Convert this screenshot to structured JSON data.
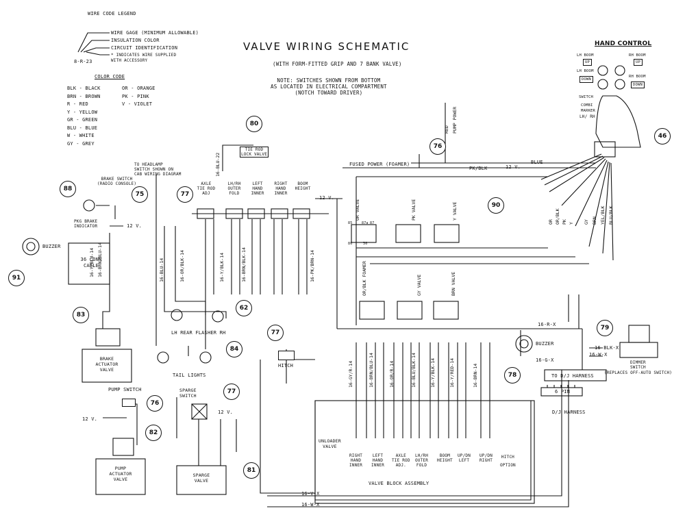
{
  "title": "VALVE WIRING SCHEMATIC",
  "subtitle": "(WITH FORM-FITTED GRIP AND 7 BANK VALVE)",
  "note": [
    "NOTE: SWITCHES SHOWN FROM BOTTOM",
    "AS LOCATED IN ELECTRICAL COMPARTMENT",
    "(NOTCH TOWARD DRIVER)"
  ],
  "legend": {
    "heading": "WIRE CODE LEGEND",
    "lines": [
      "WIRE GAGE  (MINIMUM ALLOWABLE)",
      "INSULATION COLOR",
      "CIRCUIT IDENTIFICATION",
      "* INDICATES WIRE SUPPLIED WITH ACCESSORY"
    ],
    "example": "8-R-23"
  },
  "color_code": {
    "heading": "COLOR CODE",
    "left": [
      "BLK - BLACK",
      "BRN - BROWN",
      "R - RED",
      "Y - YELLOW",
      "GR - GREEN",
      "BLU - BLUE",
      "W - WHITE",
      "GY - GREY"
    ],
    "right": [
      "OR - ORANGE",
      "PK - PINK",
      "V - VIOLET"
    ]
  },
  "hand_control": {
    "heading": "HAND CONTROL",
    "labels": [
      "LH BOOM",
      "RH BOOM",
      "UP",
      "UP",
      "LH BOOM",
      "RH BOOM",
      "DOWN",
      "DOWN",
      "SWITCH",
      "COMBI MARKER",
      "LH/ RH"
    ]
  },
  "callouts": [
    "80",
    "76",
    "46",
    "88",
    "75",
    "77",
    "90",
    "91",
    "83",
    "62",
    "84",
    "77",
    "79",
    "78",
    "76",
    "82",
    "77",
    "81"
  ],
  "labels": {
    "tie_rod": "TIE ROD LOCK VALVE",
    "headlamp": [
      "TO HEADLAMP",
      "SWITCH SHOWN ON",
      "CAB WIRING DIAGRAM"
    ],
    "brake_switch": [
      "BRAKE SWITCH",
      "(RADIO CONSOLE)"
    ],
    "park_brake": [
      "PKG BRAKE",
      "INDICATOR"
    ],
    "twelve_v": "12 V.",
    "buzzer": "BUZZER",
    "conn_cable": "36 CONN CABLE",
    "brake_valve": [
      "BRAKE",
      "ACTUATOR",
      "VALVE"
    ],
    "lh_rear": "LH REAR FLASHER RH",
    "tail": "TAIL LIGHTS",
    "pump_switch": "PUMP SWITCH",
    "pump_valve": [
      "PUMP",
      "ACTUATOR",
      "VALVE"
    ],
    "sparge_switch": [
      "SPARGE",
      "SWITCH"
    ],
    "sparge_valve": [
      "SPARGE",
      "VALVE"
    ],
    "hitch": "HITCH",
    "fused": "FUSED POWER (FOAMER)",
    "pump_power": "PUMP POWER",
    "red": "RED",
    "blue": "BLUE",
    "pk_blk": "PK/BLK",
    "dj_harness": "TO D/J HARNESS",
    "six_pin": "6 PIN",
    "dj": "D/J HARNESS",
    "dimmer": [
      "DIMMER",
      "SWITCH",
      "(REPLACES OFF-AUTO SWITCH)"
    ],
    "valve_block": "VALVE BLOCK ASSEMBLY",
    "unloader": [
      "UNLOADER",
      "VALVE"
    ],
    "w16x": "16-V-X",
    "w16w": "16-W-X",
    "r16": "16-R-X",
    "g16": "16-G-X",
    "blk16": "16-BLK-X",
    "wx16": "16-W-X",
    "blu22": "16-BLU-22"
  },
  "switch_labels": [
    "AXLE TIE ROD ADJ",
    "LH/RH OUTER FOLD",
    "LEFT HAND INNER",
    "RIGHT HAND INNER",
    "BOOM HEIGHT"
  ],
  "relay_labels_top": [
    "OR VALVE",
    "PK VALVE",
    "Y VALVE"
  ],
  "relay_labels_bottom": [
    "OR/BLK FOAMER",
    "GY VALVE",
    "BRN VALVE"
  ],
  "harness_colors": [
    "OR",
    "OR/BLK",
    "PK",
    "Y",
    "GY",
    "BRN",
    "YEL/BLK",
    "BLU/BLK"
  ],
  "valve_names": [
    [
      "RIGHT",
      "HAND",
      "INNER"
    ],
    [
      "LEFT",
      "HAND",
      "INNER"
    ],
    [
      "AXLE",
      "TIE ROD",
      "ADJ."
    ],
    [
      "LH/RH",
      "OUTER",
      "FOLD"
    ],
    [
      "BOOM",
      "HEIGHT"
    ],
    [
      "UP/DN",
      "LEFT"
    ],
    [
      "UP/DN",
      "RIGHT"
    ],
    [
      "HITCH",
      "OPTION"
    ]
  ],
  "valve_wires": [
    "16-GY/R-14",
    "16-BRN/BLU-14",
    "16-OR/R-14",
    "16-BLU/BLK-14",
    "16-Y/BLK-14",
    "16-Y/RED-14",
    "16-BRN-14"
  ],
  "switch_wires": [
    "16-BLU-14",
    "16-OR/BLK-14",
    "16-Y/BLK-14",
    "16-BRN/BLK-14",
    "16-PK/BRN-14"
  ],
  "buzzer_wires": [
    "16-Y/BLU-14",
    "16-BRN/BLU-14"
  ],
  "relay_pins": [
    "85",
    "87a",
    "87",
    "86",
    "30"
  ]
}
